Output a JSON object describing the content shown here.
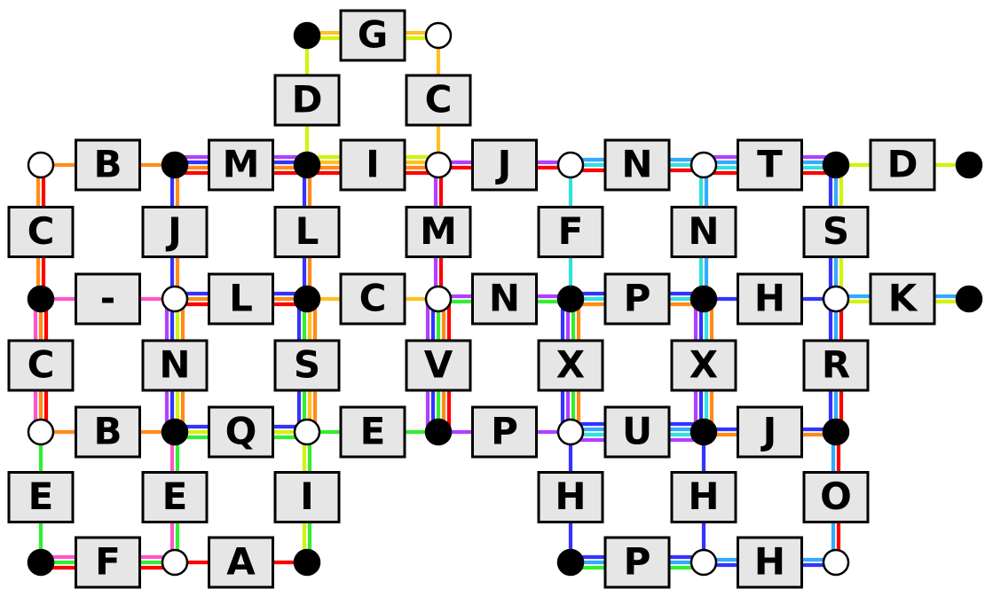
{
  "colors": {
    "red": "#ff0000",
    "orange": "#ff8c1a",
    "yellow": "#ffc125",
    "lime": "#d4f20f",
    "green": "#33ee33",
    "cyan": "#33e0e0",
    "skyblue": "#33aaff",
    "blue": "#3333ff",
    "purple": "#b040ff",
    "pink": "#ff55cc",
    "box_fill": "#e6e6e6"
  },
  "nodes": [
    {
      "id": "n_g_left",
      "type": "filled"
    },
    {
      "id": "n_g_right",
      "type": "open"
    },
    {
      "id": "n_r1_1",
      "type": "open"
    },
    {
      "id": "n_r1_2",
      "type": "filled"
    },
    {
      "id": "n_r1_3",
      "type": "filled"
    },
    {
      "id": "n_r1_4",
      "type": "open"
    },
    {
      "id": "n_r1_5",
      "type": "open"
    },
    {
      "id": "n_r1_6",
      "type": "open"
    },
    {
      "id": "n_r1_7",
      "type": "filled"
    },
    {
      "id": "n_r1_8",
      "type": "filled"
    },
    {
      "id": "n_r2_1",
      "type": "filled"
    },
    {
      "id": "n_r2_2",
      "type": "open"
    },
    {
      "id": "n_r2_3",
      "type": "filled"
    },
    {
      "id": "n_r2_4",
      "type": "open"
    },
    {
      "id": "n_r2_5",
      "type": "filled"
    },
    {
      "id": "n_r2_6",
      "type": "filled"
    },
    {
      "id": "n_r2_7",
      "type": "open"
    },
    {
      "id": "n_r2_8",
      "type": "filled"
    },
    {
      "id": "n_r3_1",
      "type": "open"
    },
    {
      "id": "n_r3_2",
      "type": "filled"
    },
    {
      "id": "n_r3_3",
      "type": "open"
    },
    {
      "id": "n_r3_4",
      "type": "filled"
    },
    {
      "id": "n_r3_5",
      "type": "open"
    },
    {
      "id": "n_r3_6",
      "type": "filled"
    },
    {
      "id": "n_r3_7",
      "type": "filled"
    },
    {
      "id": "n_r4_1",
      "type": "filled"
    },
    {
      "id": "n_r4_2",
      "type": "open"
    },
    {
      "id": "n_r4_3",
      "type": "filled"
    },
    {
      "id": "n_r4_4",
      "type": "filled"
    },
    {
      "id": "n_r4_5",
      "type": "open"
    },
    {
      "id": "n_r4_6",
      "type": "open"
    }
  ],
  "edges": [
    {
      "from": "n_g_left",
      "to": "n_g_right",
      "label": "G",
      "colors": [
        "yellow",
        "lime"
      ]
    },
    {
      "from": "n_g_left",
      "to": "n_r1_3",
      "label": "D",
      "colors": [
        "lime"
      ]
    },
    {
      "from": "n_g_right",
      "to": "n_r1_4",
      "label": "C",
      "colors": [
        "yellow"
      ]
    },
    {
      "from": "n_r1_1",
      "to": "n_r1_2",
      "label": "B",
      "colors": [
        "orange"
      ]
    },
    {
      "from": "n_r1_2",
      "to": "n_r1_3",
      "label": "M",
      "colors": [
        "purple",
        "blue",
        "orange",
        "red"
      ]
    },
    {
      "from": "n_r1_3",
      "to": "n_r1_4",
      "label": "I",
      "colors": [
        "lime",
        "yellow",
        "orange",
        "red"
      ]
    },
    {
      "from": "n_r1_4",
      "to": "n_r1_5",
      "label": "J",
      "colors": [
        "purple",
        "red"
      ]
    },
    {
      "from": "n_r1_5",
      "to": "n_r1_6",
      "label": "N",
      "colors": [
        "skyblue",
        "cyan",
        "red"
      ]
    },
    {
      "from": "n_r1_6",
      "to": "n_r1_7",
      "label": "T",
      "colors": [
        "purple",
        "skyblue",
        "cyan",
        "red"
      ]
    },
    {
      "from": "n_r1_7",
      "to": "n_r1_8",
      "label": "D",
      "colors": [
        "lime"
      ]
    },
    {
      "from": "n_r1_1",
      "to": "n_r2_1",
      "label": "C",
      "colors": [
        "red",
        "orange"
      ]
    },
    {
      "from": "n_r1_2",
      "to": "n_r2_2",
      "label": "J",
      "colors": [
        "orange",
        "blue"
      ]
    },
    {
      "from": "n_r1_3",
      "to": "n_r2_3",
      "label": "L",
      "colors": [
        "orange",
        "blue"
      ]
    },
    {
      "from": "n_r1_4",
      "to": "n_r2_4",
      "label": "M",
      "colors": [
        "red",
        "purple"
      ]
    },
    {
      "from": "n_r1_5",
      "to": "n_r2_5",
      "label": "F",
      "colors": [
        "cyan"
      ]
    },
    {
      "from": "n_r1_6",
      "to": "n_r2_6",
      "label": "N",
      "colors": [
        "skyblue",
        "cyan"
      ]
    },
    {
      "from": "n_r1_7",
      "to": "n_r2_7",
      "label": "S",
      "colors": [
        "lime",
        "skyblue",
        "blue"
      ]
    },
    {
      "from": "n_r2_1",
      "to": "n_r2_2",
      "label": "-",
      "colors": [
        "pink"
      ]
    },
    {
      "from": "n_r2_2",
      "to": "n_r2_3",
      "label": "L",
      "colors": [
        "blue",
        "orange",
        "red"
      ]
    },
    {
      "from": "n_r2_3",
      "to": "n_r2_4",
      "label": "C",
      "colors": [
        "yellow"
      ]
    },
    {
      "from": "n_r2_4",
      "to": "n_r2_5",
      "label": "N",
      "colors": [
        "purple",
        "green"
      ]
    },
    {
      "from": "n_r2_5",
      "to": "n_r2_6",
      "label": "P",
      "colors": [
        "blue",
        "cyan",
        "orange"
      ]
    },
    {
      "from": "n_r2_6",
      "to": "n_r2_7",
      "label": "H",
      "colors": [
        "blue"
      ]
    },
    {
      "from": "n_r2_7",
      "to": "n_r2_8",
      "label": "K",
      "colors": [
        "skyblue",
        "lime"
      ]
    },
    {
      "from": "n_r2_1",
      "to": "n_r3_1",
      "label": "C",
      "colors": [
        "red",
        "orange",
        "pink"
      ]
    },
    {
      "from": "n_r2_2",
      "to": "n_r3_2",
      "label": "N",
      "colors": [
        "orange",
        "lime",
        "blue",
        "purple"
      ]
    },
    {
      "from": "n_r2_3",
      "to": "n_r3_3",
      "label": "S",
      "colors": [
        "orange",
        "yellow",
        "green",
        "blue"
      ]
    },
    {
      "from": "n_r2_4",
      "to": "n_r3_4",
      "label": "V",
      "colors": [
        "red",
        "orange",
        "green",
        "blue",
        "purple"
      ]
    },
    {
      "from": "n_r2_5",
      "to": "n_r3_5",
      "label": "X",
      "colors": [
        "orange",
        "green",
        "purple",
        "blue"
      ]
    },
    {
      "from": "n_r2_6",
      "to": "n_r3_6",
      "label": "X",
      "colors": [
        "orange",
        "cyan",
        "blue",
        "purple"
      ]
    },
    {
      "from": "n_r2_7",
      "to": "n_r3_7",
      "label": "R",
      "colors": [
        "red",
        "skyblue",
        "blue"
      ]
    },
    {
      "from": "n_r3_1",
      "to": "n_r3_2",
      "label": "B",
      "colors": [
        "orange"
      ]
    },
    {
      "from": "n_r3_2",
      "to": "n_r3_3",
      "label": "Q",
      "colors": [
        "blue",
        "lime",
        "green"
      ]
    },
    {
      "from": "n_r3_3",
      "to": "n_r3_4",
      "label": "E",
      "colors": [
        "green"
      ]
    },
    {
      "from": "n_r3_4",
      "to": "n_r3_5",
      "label": "P",
      "colors": [
        "purple"
      ]
    },
    {
      "from": "n_r3_5",
      "to": "n_r3_6",
      "label": "U",
      "colors": [
        "blue",
        "skyblue",
        "cyan",
        "purple"
      ]
    },
    {
      "from": "n_r3_6",
      "to": "n_r3_7",
      "label": "J",
      "colors": [
        "blue",
        "orange"
      ]
    },
    {
      "from": "n_r3_1",
      "to": "n_r4_1",
      "label": "E",
      "colors": [
        "green"
      ]
    },
    {
      "from": "n_r3_2",
      "to": "n_r4_2",
      "label": "E",
      "colors": [
        "green",
        "pink"
      ]
    },
    {
      "from": "n_r3_3",
      "to": "n_r4_3",
      "label": "I",
      "colors": [
        "green",
        "lime"
      ]
    },
    {
      "from": "n_r3_5",
      "to": "n_r4_4",
      "label": "H",
      "colors": [
        "blue"
      ]
    },
    {
      "from": "n_r3_6",
      "to": "n_r4_5",
      "label": "H",
      "colors": [
        "blue"
      ]
    },
    {
      "from": "n_r3_7",
      "to": "n_r4_6",
      "label": "O",
      "colors": [
        "red",
        "skyblue"
      ]
    },
    {
      "from": "n_r4_1",
      "to": "n_r4_2",
      "label": "F",
      "colors": [
        "pink",
        "green",
        "red"
      ]
    },
    {
      "from": "n_r4_2",
      "to": "n_r4_3",
      "label": "A",
      "colors": [
        "red"
      ]
    },
    {
      "from": "n_r4_4",
      "to": "n_r4_5",
      "label": "P",
      "colors": [
        "blue",
        "skyblue",
        "green"
      ]
    },
    {
      "from": "n_r4_5",
      "to": "n_r4_6",
      "label": "H",
      "colors": [
        "skyblue",
        "blue"
      ]
    }
  ]
}
